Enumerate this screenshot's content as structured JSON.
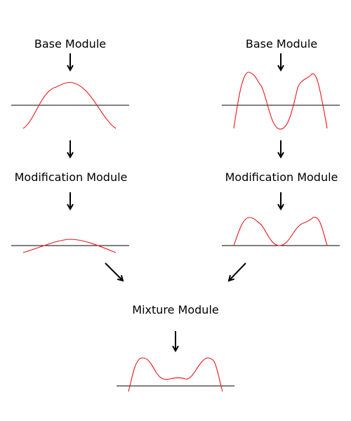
{
  "left_column": {
    "base_label": "Base Module",
    "modification_label": "Modification Module"
  },
  "right_column": {
    "base_label": "Base Module",
    "modification_label": "Modification Module"
  },
  "mixture": {
    "label": "Mixture Module"
  },
  "colors": {
    "curve": "#e8171b",
    "axis": "#000000",
    "arrow": "#000000"
  }
}
